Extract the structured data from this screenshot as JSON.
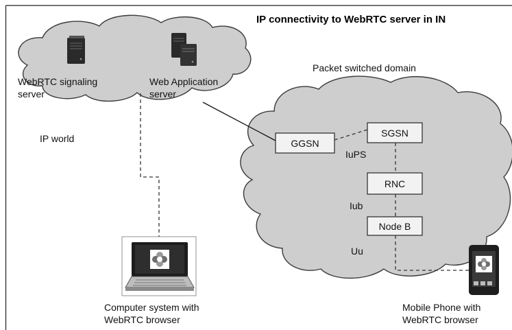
{
  "title": "IP connectivity to WebRTC server in IN",
  "servers": {
    "signaling_label": [
      "WebRTC signaling",
      "server"
    ],
    "webapp_label": [
      "Web Application",
      "server"
    ]
  },
  "labels": {
    "ip_world": "IP world",
    "packet_switched": "Packet switched domain",
    "iups": "IuPS",
    "iub": "Iub",
    "uu": "Uu"
  },
  "nodes": {
    "ggsn": "GGSN",
    "sgsn": "SGSN",
    "rnc": "RNC",
    "nodeb": "Node B"
  },
  "devices": {
    "computer_label": [
      "Computer system with",
      "WebRTC browser"
    ],
    "mobile_label": [
      "Mobile Phone with",
      "WebRTC browser"
    ]
  },
  "colors": {
    "cloud_fill": "#cecece",
    "box_fill": "#f2f2f2",
    "server_dark": "#2a2a2a"
  },
  "icons": [
    "server-icon",
    "laptop-icon",
    "mobile-phone-icon",
    "webrtc-logo-icon"
  ]
}
